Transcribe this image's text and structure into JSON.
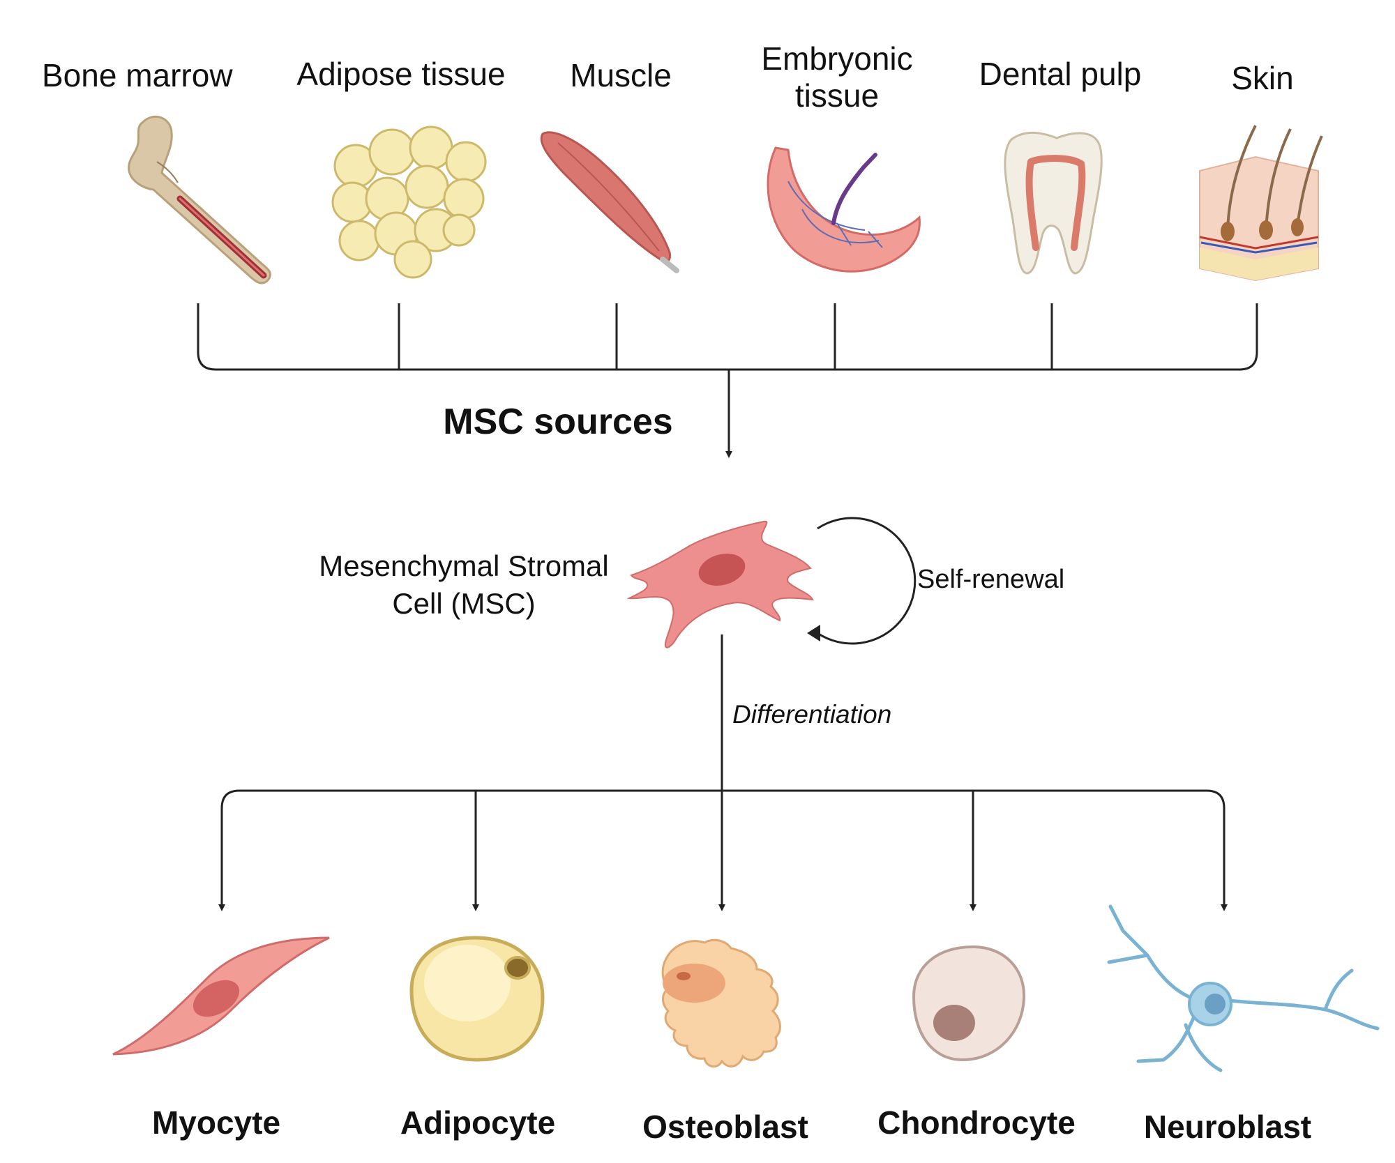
{
  "sources": {
    "title": "MSC sources",
    "items": [
      {
        "label": "Bone marrow",
        "icon": "bone-icon"
      },
      {
        "label": "Adipose tissue",
        "icon": "fat-cells-icon"
      },
      {
        "label": "Muscle",
        "icon": "muscle-icon"
      },
      {
        "label": "Embryonic\ntissue",
        "icon": "placenta-icon"
      },
      {
        "label": "Dental pulp",
        "icon": "tooth-icon"
      },
      {
        "label": "Skin",
        "icon": "skin-icon"
      }
    ]
  },
  "msc": {
    "label": "Mesenchymal Stromal\nCell (MSC)",
    "self_renewal": "Self-renewal",
    "differentiation": "Differentiation"
  },
  "cells": [
    {
      "label": "Myocyte",
      "icon": "myocyte-icon"
    },
    {
      "label": "Adipocyte",
      "icon": "adipocyte-icon"
    },
    {
      "label": "Osteoblast",
      "icon": "osteoblast-icon"
    },
    {
      "label": "Chondrocyte",
      "icon": "chondrocyte-icon"
    },
    {
      "label": "Neuroblast",
      "icon": "neuroblast-icon"
    }
  ],
  "colors": {
    "msc_cell": "#ee8f8f",
    "muscle": "#d9766f",
    "fat": "#f7eab0",
    "neuron": "#8fc4dd",
    "line": "#222222"
  }
}
